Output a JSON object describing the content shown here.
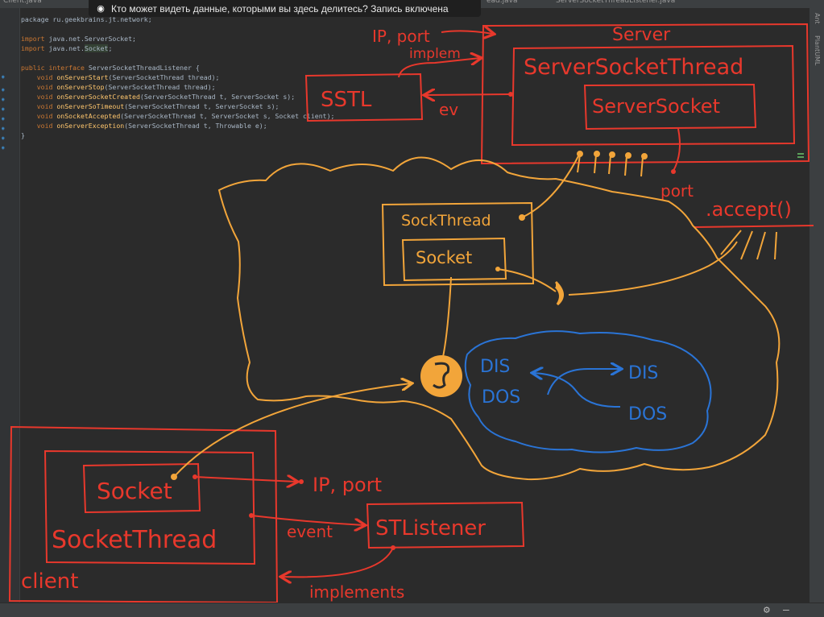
{
  "tabs": [
    "Client.java",
    "ead.java",
    "ServerSocketThreadListener.java"
  ],
  "banner": {
    "text": "Кто может видеть данные, которыми вы здесь делитесь? Запись включена",
    "icon": "person-lock-icon"
  },
  "code": {
    "package_line": "package ru.geekbrains.jt.network;",
    "import1": "java.net.ServerSocket;",
    "import2_prefix": "java.net.",
    "import2_hl": "Socket",
    "import2_suffix": ";",
    "interface_kw": "public interface",
    "interface_name": "ServerSocketThreadListener {",
    "m1_name": "onServerStart",
    "m1_args": "(ServerSocketThread thread);",
    "m2_name": "onServerStop",
    "m2_args": "(ServerSocketThread thread);",
    "m3_name": "onServerSocketCreated",
    "m3_args": "(ServerSocketThread t, ServerSocket s);",
    "m4_name": "onServerSoTimeout",
    "m4_args": "(ServerSocketThread t, ServerSocket s);",
    "m5_name": "onSocketAccepted",
    "m5_args": "(ServerSocketThread t, ServerSocket s, Socket client);",
    "m6_name": "onServerException",
    "m6_args": "(ServerSocketThread t, Throwable e);",
    "close": "}",
    "kw_import": "import",
    "kw_void": "void"
  },
  "sidebar_right": {
    "label1": "Ant",
    "label2": "PlantUML"
  },
  "bottom": {
    "gear_icon": "gear-icon",
    "minimize_icon": "minimize-icon"
  },
  "drawing": {
    "server": {
      "title": "Server",
      "sst": "ServerSocketThread",
      "ss": "ServerSocket",
      "port": "port"
    },
    "sstl": "SSTL",
    "ip_port_top": "IP, port",
    "implem": "implem",
    "ev": "ev",
    "accept": ".accept()",
    "sock_thread": "SockThread",
    "socket_mid": "Socket",
    "dis1": "DIS",
    "dos1": "DOS",
    "dis2": "DIS",
    "dos2": "DOS",
    "client": {
      "label": "client",
      "socket": "Socket",
      "thread": "SocketThread"
    },
    "ip_port_bottom": "IP, port",
    "stlistener": "STListener",
    "event": "event",
    "implements": "implements"
  },
  "colors": {
    "red": "#e8382c",
    "orange": "#f2a53a",
    "blue": "#2a74d6",
    "bg": "#2b2b2b"
  }
}
